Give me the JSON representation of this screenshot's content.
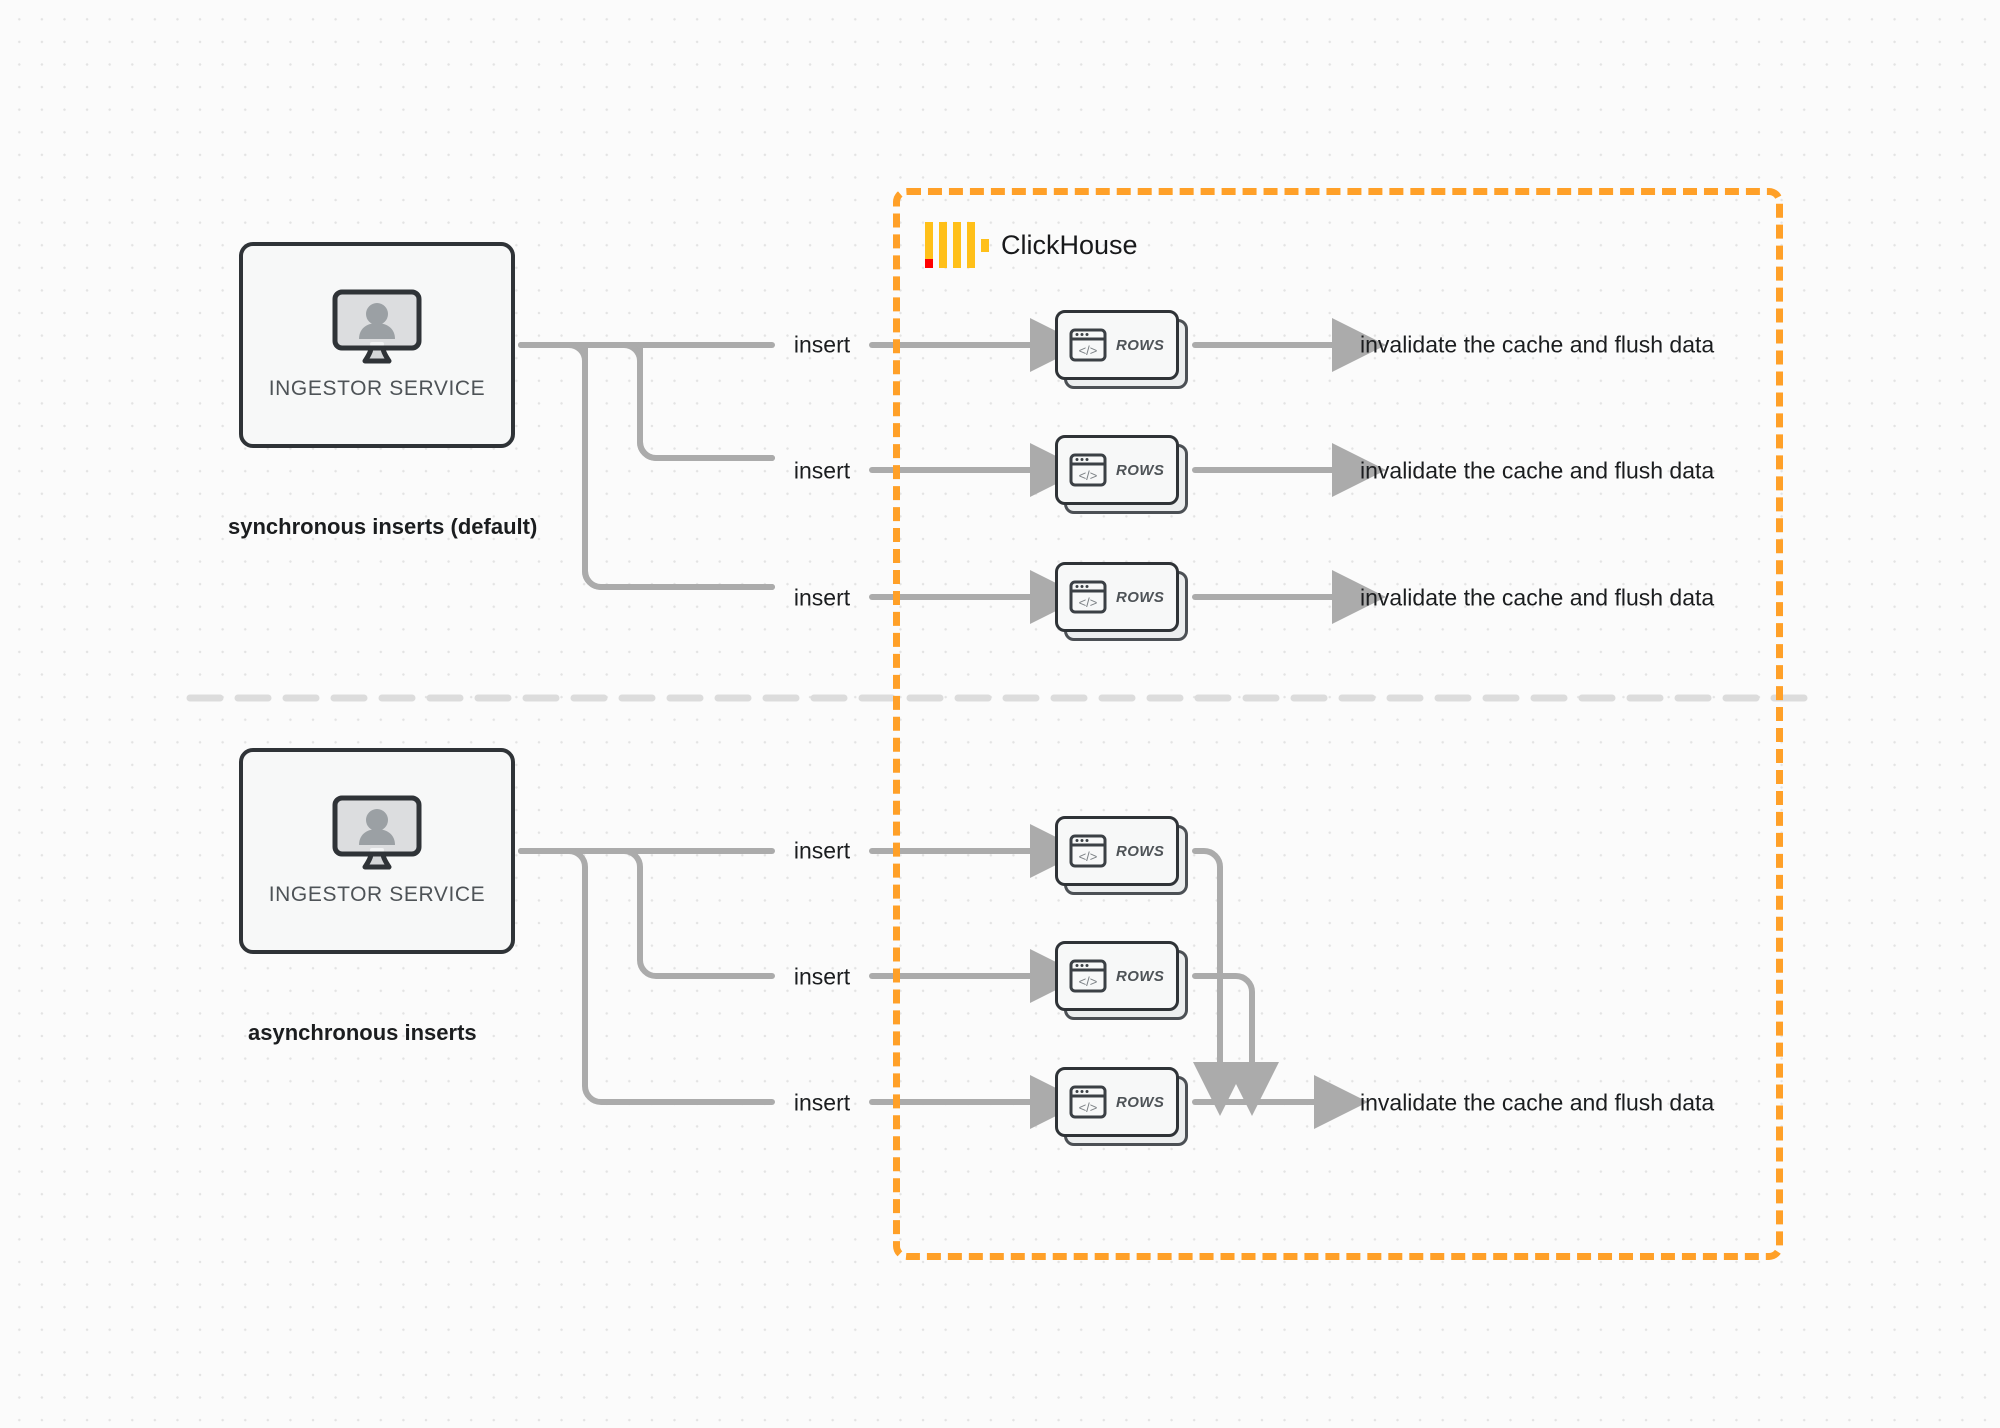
{
  "diagram": {
    "background": "#fbfbfb",
    "accent_orange": "#FFA028",
    "logo_yellow": "#FFC019",
    "logo_red": "#FF0000",
    "connector_gray": "#ABABAB"
  },
  "boundary": {
    "name": "ClickHouse",
    "logo_icon": "clickhouse-logo-icon"
  },
  "sections": [
    {
      "id": "synchronous",
      "caption": "synchronous inserts (default)",
      "service": {
        "label": "INGESTOR SERVICE",
        "icon": "monitor-user-icon"
      },
      "flows": [
        {
          "insert_label": "insert",
          "card_label": "ROWS",
          "card_icon": "code-window-icon",
          "result_label": "invalidate the cache and flush data"
        },
        {
          "insert_label": "insert",
          "card_label": "ROWS",
          "card_icon": "code-window-icon",
          "result_label": "invalidate the cache and flush data"
        },
        {
          "insert_label": "insert",
          "card_label": "ROWS",
          "card_icon": "code-window-icon",
          "result_label": "invalidate the cache and flush data"
        }
      ]
    },
    {
      "id": "asynchronous",
      "caption": "asynchronous inserts",
      "service": {
        "label": "INGESTOR SERVICE",
        "icon": "monitor-user-icon"
      },
      "flows": [
        {
          "insert_label": "insert",
          "card_label": "ROWS",
          "card_icon": "code-window-icon"
        },
        {
          "insert_label": "insert",
          "card_label": "ROWS",
          "card_icon": "code-window-icon"
        },
        {
          "insert_label": "insert",
          "card_label": "ROWS",
          "card_icon": "code-window-icon"
        }
      ],
      "merged_result_label": "invalidate the cache and flush data"
    }
  ]
}
